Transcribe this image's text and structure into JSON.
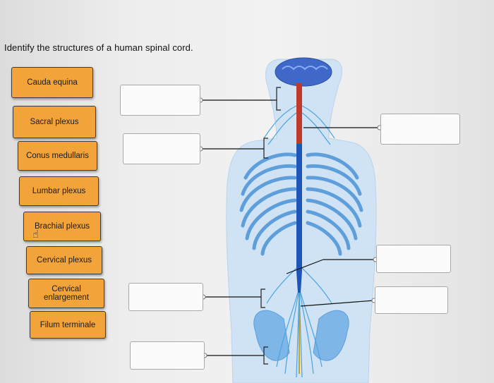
{
  "instruction": "Identify the structures of a human spinal cord.",
  "terms": [
    {
      "id": "cauda-equina",
      "label": "Cauda equina"
    },
    {
      "id": "sacral-plexus",
      "label": "Sacral plexus"
    },
    {
      "id": "conus-medullaris",
      "label": "Conus medullaris"
    },
    {
      "id": "lumbar-plexus",
      "label": "Lumbar plexus"
    },
    {
      "id": "brachial-plexus",
      "label": "Brachial plexus"
    },
    {
      "id": "cervical-plexus",
      "label": "Cervical plexus"
    },
    {
      "id": "cervical-enlargement",
      "label": "Cervical enlargement"
    },
    {
      "id": "filum-terminale",
      "label": "Filum terminale"
    }
  ],
  "drop_zones": [
    {
      "id": "drop-zone-1",
      "value": ""
    },
    {
      "id": "drop-zone-2",
      "value": ""
    },
    {
      "id": "drop-zone-3",
      "value": ""
    },
    {
      "id": "drop-zone-4",
      "value": ""
    },
    {
      "id": "drop-zone-5",
      "value": ""
    },
    {
      "id": "drop-zone-6",
      "value": ""
    },
    {
      "id": "drop-zone-7",
      "value": ""
    }
  ],
  "icons": {
    "cursor": "hand-pointer-icon"
  },
  "colors": {
    "term_fill": "#f2a43a",
    "nerve": "#4aa3e0",
    "cord_blue": "#1e55b8",
    "cord_red": "#c0392b",
    "bone": "#7fb6e8"
  }
}
